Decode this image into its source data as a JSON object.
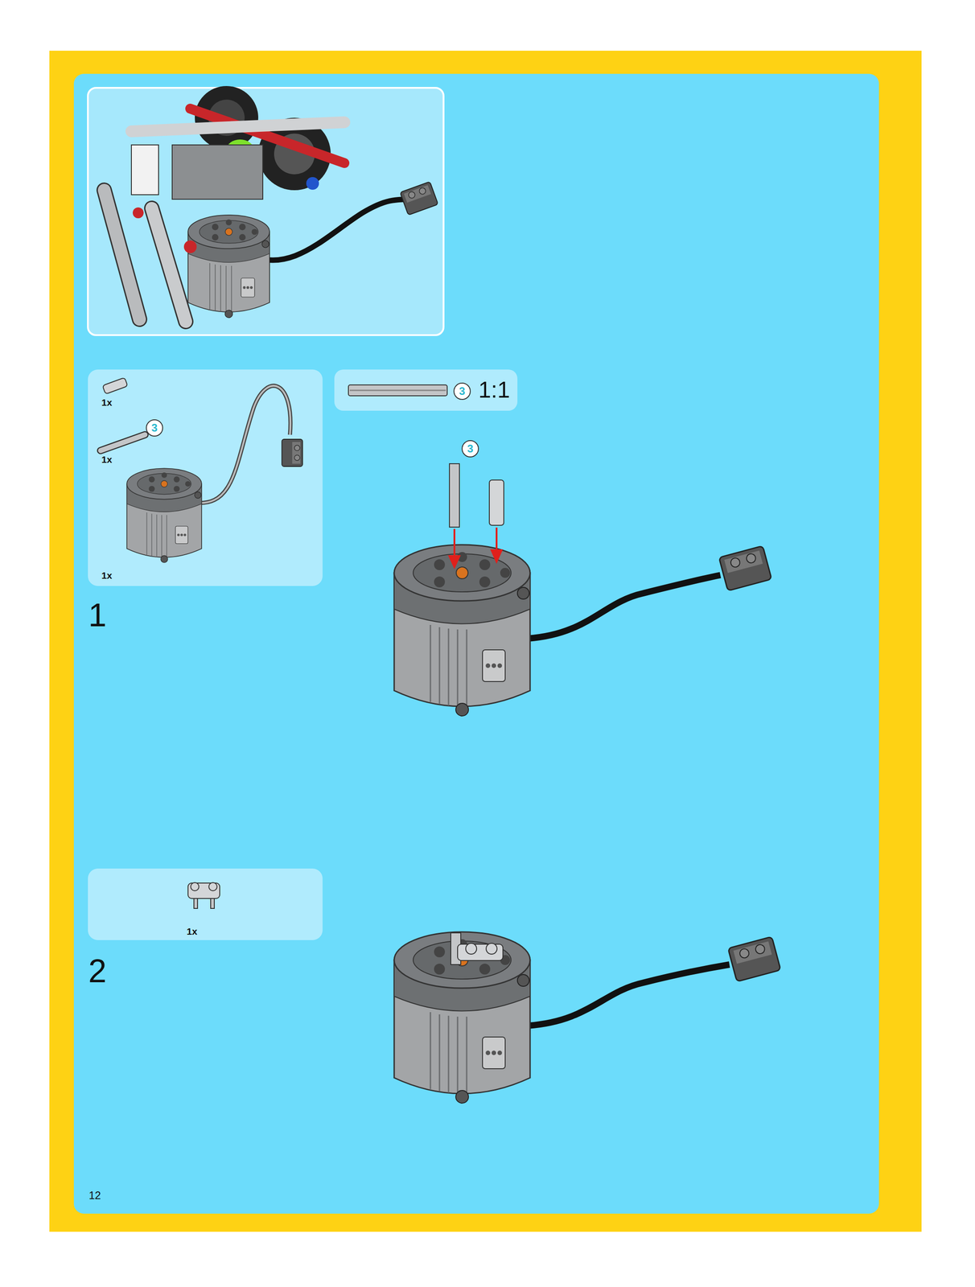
{
  "diagram": {
    "nodes": [
      {
        "text": [
          "1x",
          "3",
          "1x",
          "1x"
        ]
      },
      {
        "text": [
          "3",
          "1:1"
        ]
      },
      {
        "text": [
          "1x"
        ]
      }
    ],
    "labels": [
      "1",
      "3",
      "2",
      "12"
    ]
  }
}
